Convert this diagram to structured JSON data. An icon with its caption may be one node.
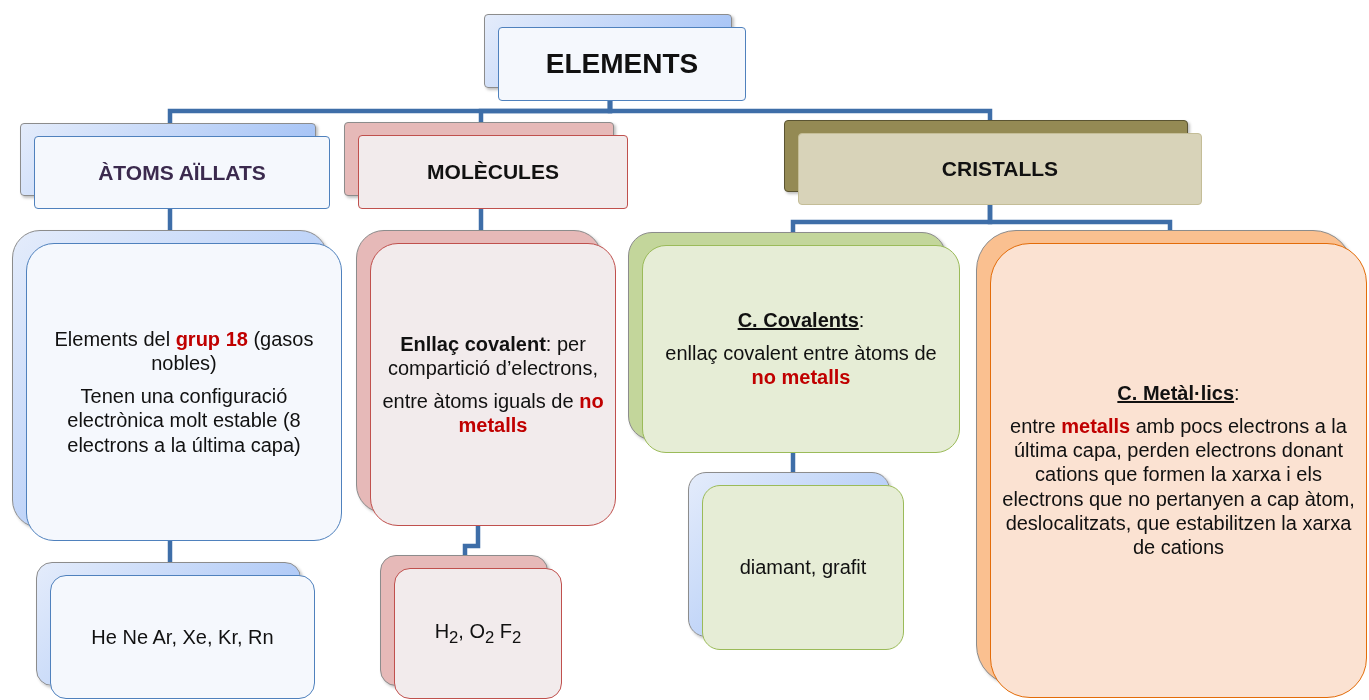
{
  "diagram": {
    "nodes": [
      {
        "text": [
          "ELEMENTS"
        ]
      },
      {
        "text": [
          "ÀTOMS AÏLLATS"
        ]
      },
      {
        "text": [
          "MOLÈCULES"
        ]
      },
      {
        "text": [
          "CRISTALLS"
        ]
      },
      {
        "text": [
          "Elements del **grup 18** (gasos nobles)",
          "Tenen una configuració electrònica molt estable (8 electrons a la última capa)"
        ]
      },
      {
        "text": [
          "**Enllaç covalent**: per compartició d’electrons,",
          "entre àtoms iguals  de **no metalls**"
        ]
      },
      {
        "text": [
          "**C. Covalents**:",
          "enllaç covalent entre àtoms de **no metalls**"
        ]
      },
      {
        "text": [
          "**C. Metàl·lics**:",
          "entre **metalls** amb pocs electrons a la última capa, perden electrons donant cations que formen la xarxa i els electrons que no pertanyen a cap àtom, deslocalitzats, que estabilitzen la xarxa de cations"
        ]
      },
      {
        "text": [
          "He Ne Ar, Xe, Kr, Rn"
        ]
      },
      {
        "text": [
          "H$_{2}$, O$_{2}$ F$_{2}$"
        ]
      },
      {
        "text": [
          "diamant, grafit"
        ]
      }
    ],
    "edges": [
      {
        "from": 0,
        "to": 1,
        "arrow": "none"
      },
      {
        "from": 0,
        "to": 2,
        "arrow": "none"
      },
      {
        "from": 0,
        "to": 3,
        "arrow": "none"
      },
      {
        "from": 1,
        "to": 4,
        "arrow": "none"
      },
      {
        "from": 2,
        "to": 5,
        "arrow": "none"
      },
      {
        "from": 3,
        "to": 6,
        "arrow": "none"
      },
      {
        "from": 3,
        "to": 7,
        "arrow": "none"
      },
      {
        "from": 4,
        "to": 8,
        "arrow": "none"
      },
      {
        "from": 5,
        "to": 9,
        "arrow": "none"
      },
      {
        "from": 6,
        "to": 10,
        "arrow": "none"
      }
    ]
  }
}
